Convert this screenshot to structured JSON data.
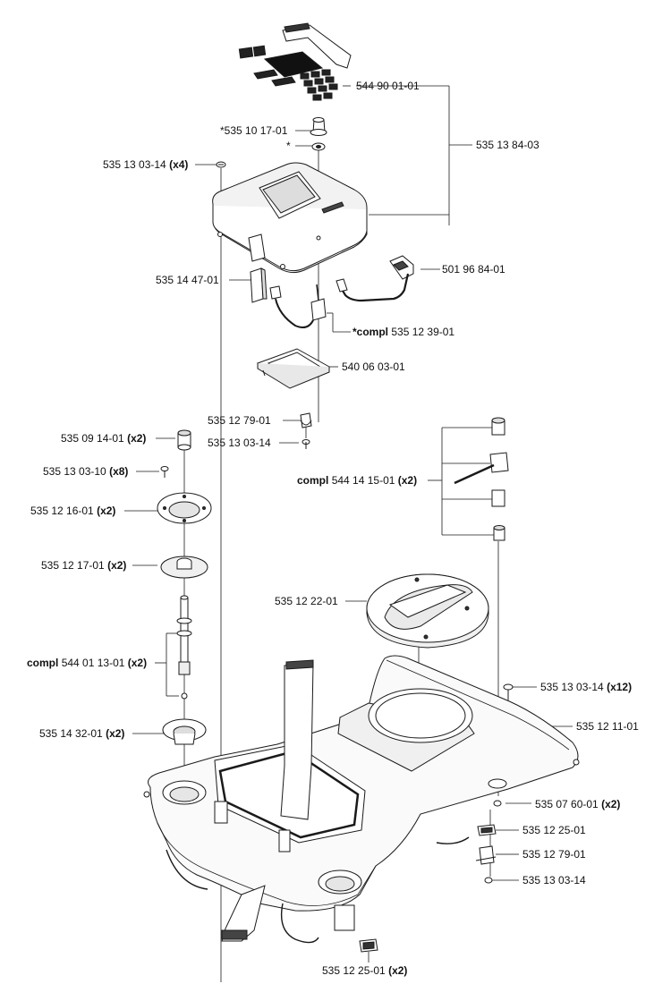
{
  "labels": {
    "keypad_overlay": {
      "num": "544 90 01-01",
      "suffix": ""
    },
    "display_assembly": {
      "num": "535 13 84-03",
      "suffix": ""
    },
    "knob": {
      "num": "*535 10 17-01",
      "suffix": ""
    },
    "washer": {
      "num": "*",
      "suffix": ""
    },
    "screw_cover": {
      "num": "535 13 03-14",
      "suffix": "(x4)"
    },
    "cable_clip": {
      "num": "535 14 47-01",
      "suffix": ""
    },
    "bracket_cable": {
      "num": "501 96 84-01",
      "suffix": ""
    },
    "cable_assembly": {
      "prefix": "*compl",
      "num": "535 12 39-01",
      "suffix": ""
    },
    "pcb_cover": {
      "num": "540 06 03-01",
      "suffix": ""
    },
    "clamp_center": {
      "num": "535 12 79-01",
      "suffix": ""
    },
    "screw_center": {
      "num": "535 13 03-14",
      "suffix": ""
    },
    "bushing": {
      "num": "535 09 14-01",
      "suffix": "(x2)"
    },
    "screw_x8": {
      "num": "535 13 03-10",
      "suffix": "(x8)"
    },
    "flange": {
      "num": "535 12 16-01",
      "suffix": "(x2)"
    },
    "membrane": {
      "num": "535 12 17-01",
      "suffix": "(x2)"
    },
    "pin_assembly": {
      "prefix": "compl",
      "num": "544 01 13-01",
      "suffix": "(x2)"
    },
    "seal_ring": {
      "num": "535 14 32-01",
      "suffix": "(x2)"
    },
    "spring_assembly": {
      "prefix": "compl",
      "num": "544 14 15-01",
      "suffix": "(x2)"
    },
    "height_adjust_dial": {
      "num": "535 12 22-01",
      "suffix": ""
    },
    "screw_x12": {
      "num": "535 13 03-14",
      "suffix": "(x12)"
    },
    "chassis": {
      "num": "535 12 11-01",
      "suffix": ""
    },
    "rivet": {
      "num": "535 07 60-01",
      "suffix": "(x2)"
    },
    "pad_right": {
      "num": "535 12 25-01",
      "suffix": ""
    },
    "clamp_right": {
      "num": "535 12 79-01",
      "suffix": ""
    },
    "screw_right": {
      "num": "535 13 03-14",
      "suffix": ""
    },
    "pad_bottom": {
      "num": "535 12 25-01",
      "suffix": "(x2)"
    }
  },
  "colors": {
    "line": "#1a1a1a",
    "fill": "#ffffff",
    "shade": "#e4e4e4",
    "dark": "#222222"
  }
}
